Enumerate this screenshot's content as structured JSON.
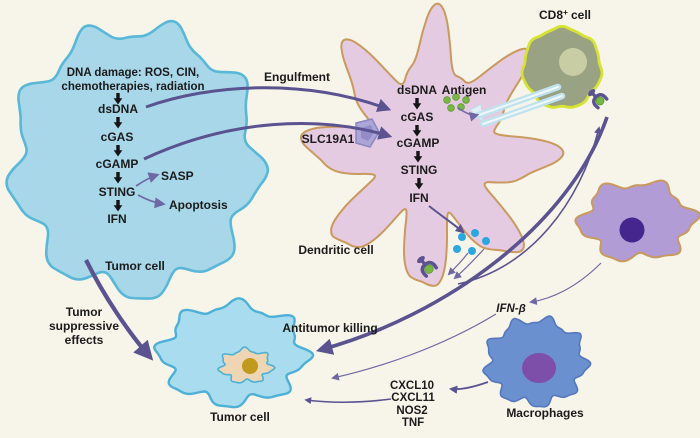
{
  "figure": {
    "background_color": "#f7f4ea",
    "arrow_color": "#5a5390",
    "thin_arrow_color": "#7b74aa"
  },
  "tumor_top": {
    "damage_line1": "DNA damage: ROS, CIN,",
    "damage_line2": "chemotherapies, radiation",
    "steps": [
      "dsDNA",
      "cGAS",
      "cGAMP",
      "STING",
      "IFN"
    ],
    "sting_output1": "SASP",
    "sting_output2": "Apoptosis",
    "label": "Tumor cell",
    "fill": "#a7d7e8",
    "stroke": "#59b7d7"
  },
  "dendritic": {
    "steps": [
      "dsDNA",
      "cGAS",
      "cGAMP",
      "STING",
      "IFN"
    ],
    "antigen_label": "Antigen",
    "label": "Dendritic cell",
    "fill": "#e5cbe2",
    "stroke": "#c9995d"
  },
  "cd8": {
    "base": "CD8",
    "sup": "+",
    "rest": "cell",
    "fill": "#9aa284",
    "stroke": "#d6e431"
  },
  "macrophage": {
    "label": "Macrophages",
    "fill": "#6a90d0",
    "nucleus": "#7e4fa8"
  },
  "tumor_bottom": {
    "label": "Tumor cell",
    "fill": "#a9dcee",
    "stroke": "#4db0d6"
  },
  "annotations": {
    "engulfment": "Engulfment",
    "slc19a1": "SLC19A1",
    "antitumor_killing": "Antitumor killing",
    "ifn_beta": "IFN-β",
    "suppressive_line1": "Tumor",
    "suppressive_line2": "suppressive",
    "suppressive_line3": "effects",
    "cytokines": [
      "CXCL10",
      "CXCL11",
      "NOS2",
      "TNF"
    ]
  }
}
